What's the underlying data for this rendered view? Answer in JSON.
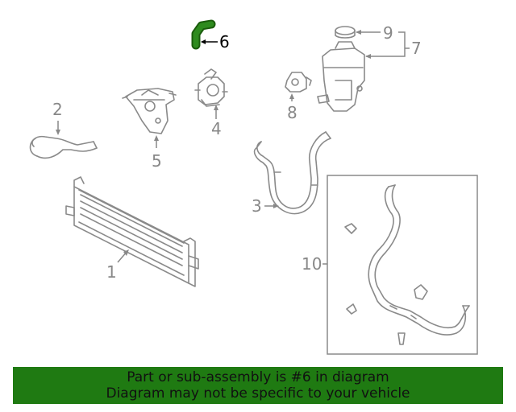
{
  "colors": {
    "highlight": "#1f7a12",
    "line": "#8a8a8a",
    "label": "#888888",
    "banner_bg": "#1f7a12"
  },
  "callouts": [
    {
      "id": "1",
      "text": "1"
    },
    {
      "id": "2",
      "text": "2"
    },
    {
      "id": "3",
      "text": "3"
    },
    {
      "id": "4",
      "text": "4"
    },
    {
      "id": "5",
      "text": "5"
    },
    {
      "id": "6",
      "text": "6",
      "highlighted": true
    },
    {
      "id": "7",
      "text": "7"
    },
    {
      "id": "8",
      "text": "8"
    },
    {
      "id": "9",
      "text": "9"
    },
    {
      "id": "10",
      "text": "10"
    }
  ],
  "banner": {
    "line1": "Part or sub-assembly is #6 in diagram",
    "line2": "Diagram may not be specific to your vehicle"
  }
}
